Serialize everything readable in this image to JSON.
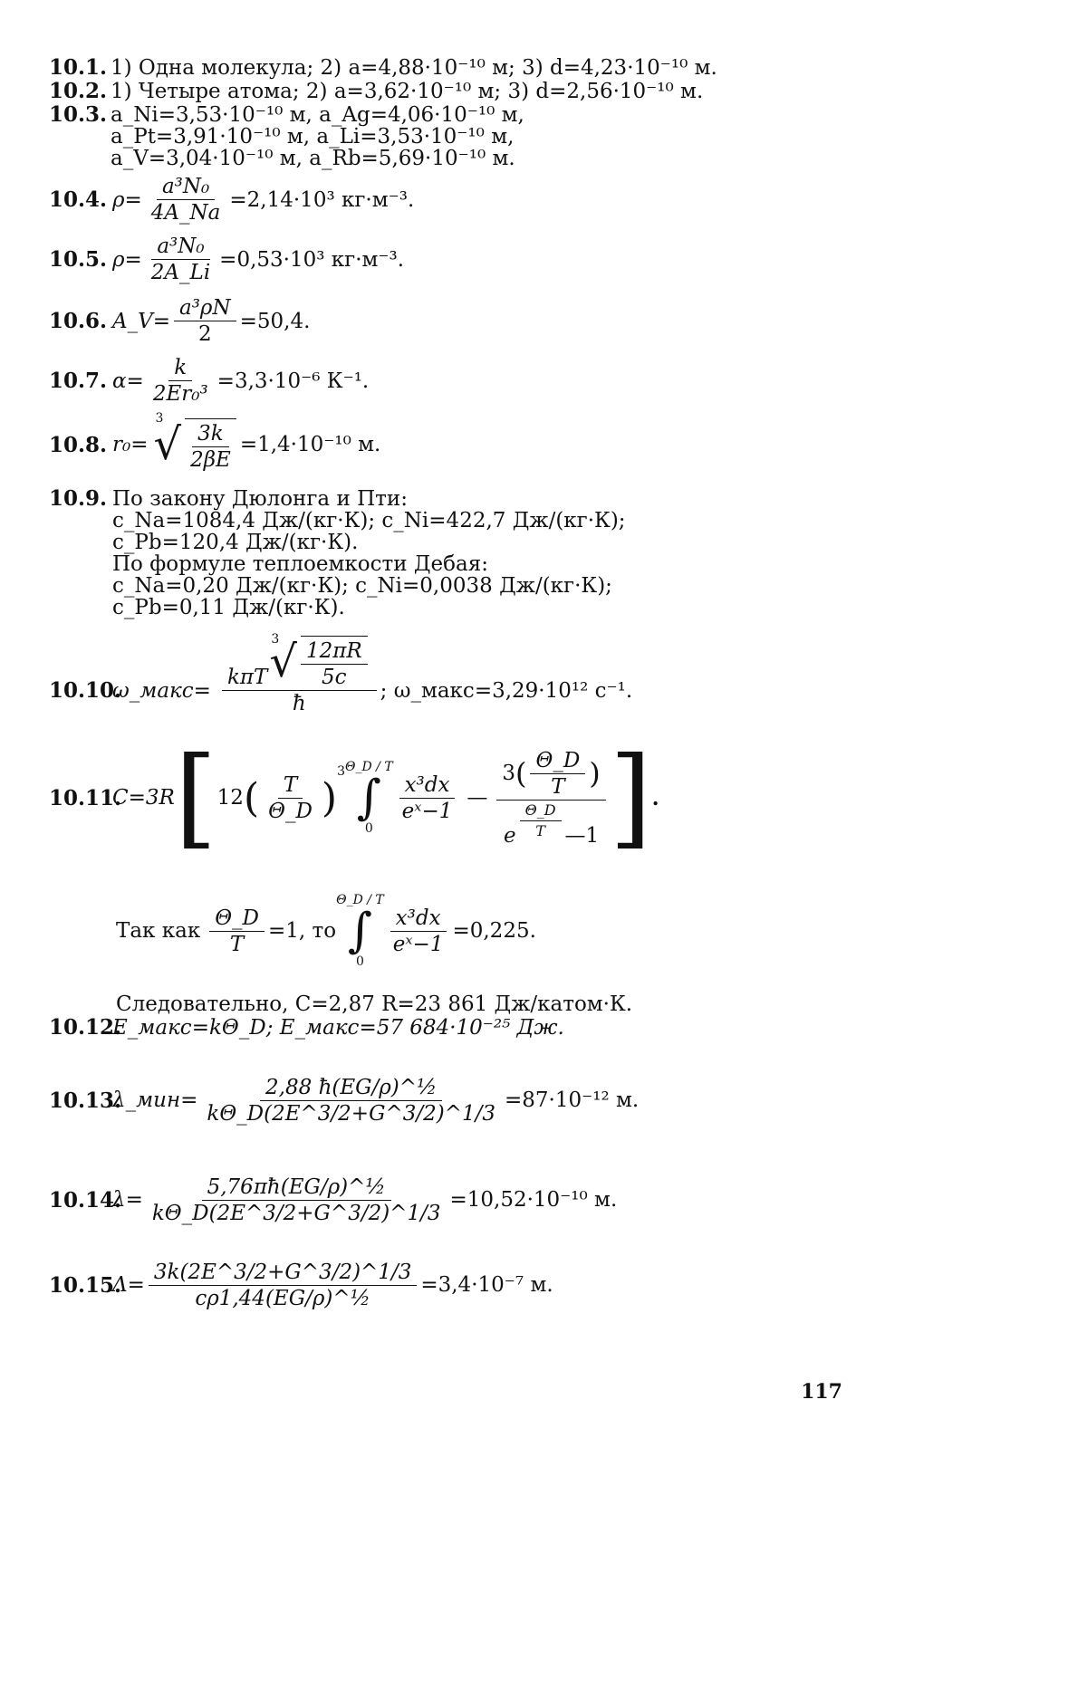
{
  "lines": {
    "l1_num": "10.1.",
    "l1_text": "1) Одна молекула;   2) a=4,88·10⁻¹⁰ м;   3) d=4,23·10⁻¹⁰ м.",
    "l2_num": "10.2.",
    "l2_text": "1) Четыре атома;  2) a=3,62·10⁻¹⁰ м;   3) d=2,56·10⁻¹⁰ м.",
    "l3_num": "10.3.",
    "l3_a": "a_Ni=3,53·10⁻¹⁰ м,     a_Ag=4,06·10⁻¹⁰ м,",
    "l3_b": "a_Pt=3,91·10⁻¹⁰ м,     a_Li=3,53·10⁻¹⁰ м,",
    "l3_c": "a_V=3,04·10⁻¹⁰ м,     a_Rb=5,69·10⁻¹⁰ м.",
    "l4_num": "10.4.",
    "l4_lhs": "ρ=",
    "l4_n": "a³N₀",
    "l4_d": "4A_Na",
    "l4_rhs": "=2,14·10³ кг·м⁻³.",
    "l5_num": "10.5.",
    "l5_lhs": "ρ=",
    "l5_n": "a³N₀",
    "l5_d": "2A_Li",
    "l5_rhs": "=0,53·10³ кг·м⁻³.",
    "l6_num": "10.6.",
    "l6_lhs": "A_V=",
    "l6_n": "a³ρN",
    "l6_d": "2",
    "l6_rhs": "=50,4.",
    "l7_num": "10.7.",
    "l7_lhs": "α=",
    "l7_n": "k",
    "l7_d": "2Er₀³",
    "l7_rhs": "=3,3·10⁻⁶ К⁻¹.",
    "l8_num": "10.8.",
    "l8_lhs": "r₀=",
    "l8_root": "3",
    "l8_n": "3k",
    "l8_d": "2βE",
    "l8_rhs": "=1,4·10⁻¹⁰ м.",
    "l9_num": "10.9.",
    "l9_a": "По закону Дюлонга и Пти:",
    "l9_b": "c_Na=1084,4 Дж/(кг·К);   c_Ni=422,7 Дж/(кг·К);",
    "l9_c": "c_Pb=120,4 Дж/(кг·К).",
    "l9_d": "По формуле теплоемкости Дебая:",
    "l9_e": "c_Na=0,20 Дж/(кг·К);   c_Ni=0,0038 Дж/(кг·К);",
    "l9_f": "c_Pb=0,11 Дж/(кг·К).",
    "l10_num": "10.10.",
    "l10_lhs": "ω_макс=",
    "l10_pre": "kπT",
    "l10_root": "3",
    "l10_rn": "12πR",
    "l10_rd": "5c",
    "l10_d": "ħ",
    "l10_rhs": "; ω_макс=3,29·10¹² с⁻¹.",
    "l11_num": "10.11.",
    "l11_lhs": "C=3R",
    "l11_12": "12",
    "l11_tn": "T",
    "l11_td": "Θ_D",
    "l11_pow": "3",
    "l11_up": "Θ_D / T",
    "l11_lo": "0",
    "l11_in": "x³dx",
    "l11_id": "eˣ−1",
    "l11_minus": "—",
    "l11_3": "3",
    "l11_on": "Θ_D",
    "l11_od": "T",
    "l11_en": "Θ_D",
    "l11_ed": "T",
    "l11_e": "e",
    "l11_m1": "—1",
    "l11_dot": ".",
    "l11b_text1": "Так как",
    "l11b_fn": "Θ_D",
    "l11b_fd": "T",
    "l11b_text2": "=1, то",
    "l11b_up": "Θ_D / T",
    "l11b_lo": "0",
    "l11b_n": "x³dx",
    "l11b_d": "eˣ−1",
    "l11b_rhs": "=0,225.",
    "l11c_text": "Следовательно,  C=2,87  R=23 861  Дж/катом·К.",
    "l12_num": "10.12.",
    "l12_text": "E_макс=kΘ_D;   E_макс=57 684·10⁻²⁵ Дж.",
    "l13_num": "10.13.",
    "l13_lhs": "λ_мин=",
    "l13_n": "2,88 ħ(EG/ρ)^½",
    "l13_d": "kΘ_D(2E^3/2+G^3/2)^1/3",
    "l13_rhs": "=87·10⁻¹² м.",
    "l14_num": "10.14.",
    "l14_lhs": "λ=",
    "l14_n": "5,76πħ(EG/ρ)^½",
    "l14_d": "kΘ_D(2E^3/2+G^3/2)^1/3",
    "l14_rhs": "=10,52·10⁻¹⁰ м.",
    "l15_num": "10.15.",
    "l15_lhs": "Λ=",
    "l15_n": "3k(2E^3/2+G^3/2)^1/3",
    "l15_d": "cρ1,44(EG/ρ)^½",
    "l15_rhs": "=3,4·10⁻⁷ м.",
    "page_number": "117"
  }
}
